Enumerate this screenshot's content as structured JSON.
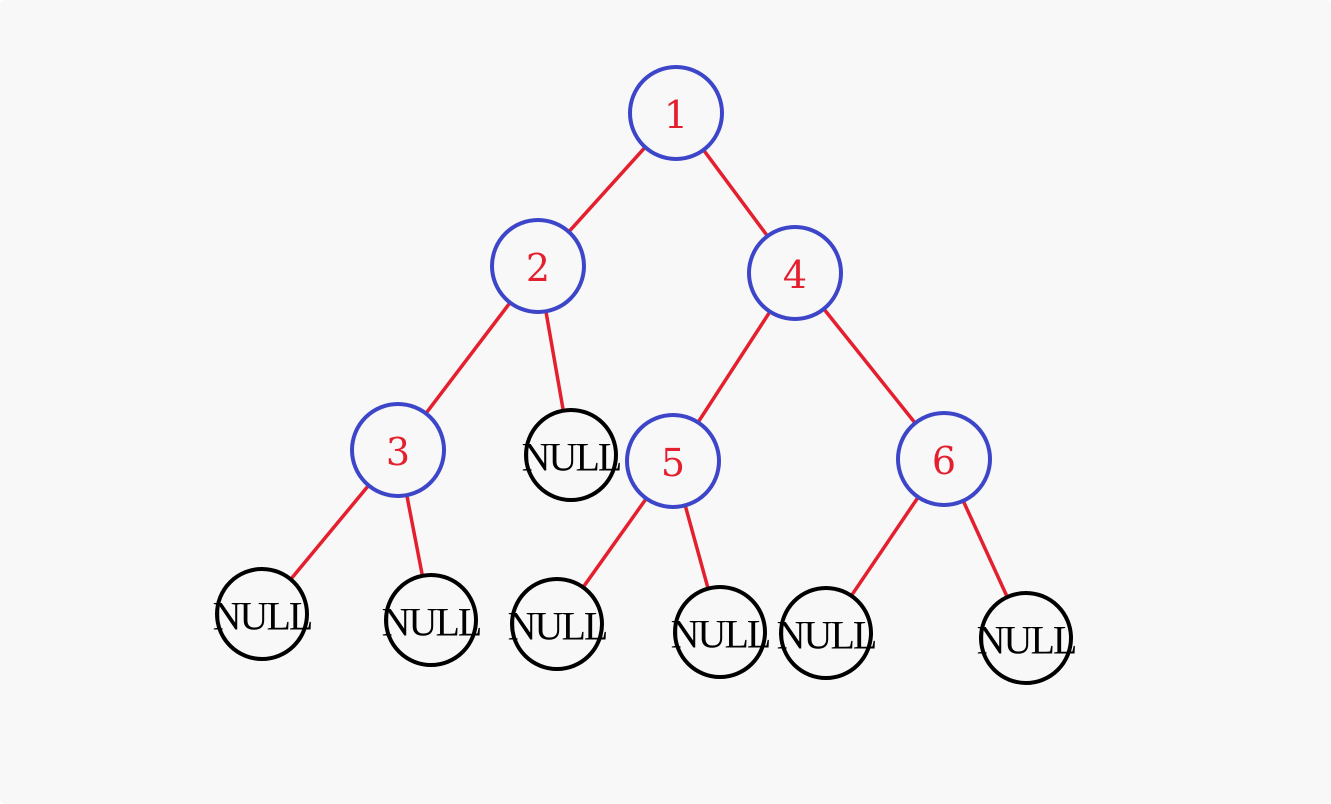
{
  "tree": {
    "colors": {
      "node_outline": "#3d46c8",
      "null_outline": "#000000",
      "edge": "#e5202e",
      "label": "#e5202e",
      "background": "#f8f8f9"
    },
    "nodes": [
      {
        "id": "n1",
        "label": "1",
        "kind": "value"
      },
      {
        "id": "n2",
        "label": "2",
        "kind": "value"
      },
      {
        "id": "n4",
        "label": "4",
        "kind": "value"
      },
      {
        "id": "n3",
        "label": "3",
        "kind": "value"
      },
      {
        "id": "n5",
        "label": "5",
        "kind": "value"
      },
      {
        "id": "n6",
        "label": "6",
        "kind": "value"
      },
      {
        "id": "null_2r",
        "label": "NULL",
        "kind": "null"
      },
      {
        "id": "null_3l",
        "label": "NULL",
        "kind": "null"
      },
      {
        "id": "null_3r",
        "label": "NULL",
        "kind": "null"
      },
      {
        "id": "null_5l",
        "label": "NULL",
        "kind": "null"
      },
      {
        "id": "null_5r",
        "label": "NULL",
        "kind": "null"
      },
      {
        "id": "null_6l",
        "label": "NULL",
        "kind": "null"
      },
      {
        "id": "null_6r",
        "label": "NULL",
        "kind": "null"
      }
    ],
    "edges": [
      {
        "from": "n1",
        "to": "n2"
      },
      {
        "from": "n1",
        "to": "n4"
      },
      {
        "from": "n2",
        "to": "n3"
      },
      {
        "from": "n2",
        "to": "null_2r"
      },
      {
        "from": "n4",
        "to": "n5"
      },
      {
        "from": "n4",
        "to": "n6"
      },
      {
        "from": "n3",
        "to": "null_3l"
      },
      {
        "from": "n3",
        "to": "null_3r"
      },
      {
        "from": "n5",
        "to": "null_5l"
      },
      {
        "from": "n5",
        "to": "null_5r"
      },
      {
        "from": "n6",
        "to": "null_6l"
      },
      {
        "from": "n6",
        "to": "null_6r"
      }
    ]
  }
}
